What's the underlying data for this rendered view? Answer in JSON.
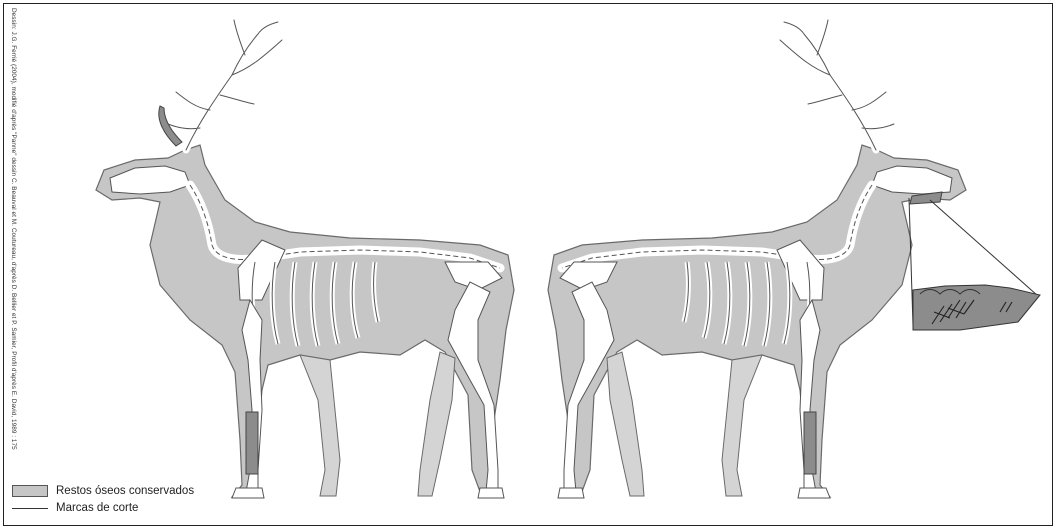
{
  "credit_text": "Dessin: J.G. Ferrié (2004), modifié d'après \"Panne\" dessin C. Beauval et M. Coutureau, d'après D. Bellier et P. Samier, Profil d'après E. David, 1989 : 175",
  "legend": {
    "preserved_label": "Restos óseos conservados",
    "cutmarks_label": "Marcas de corte"
  },
  "colors": {
    "body": "#c6c6c6",
    "bone": "#ffffff",
    "outline": "#555555",
    "preserved_bone": "#8c8c8c"
  }
}
